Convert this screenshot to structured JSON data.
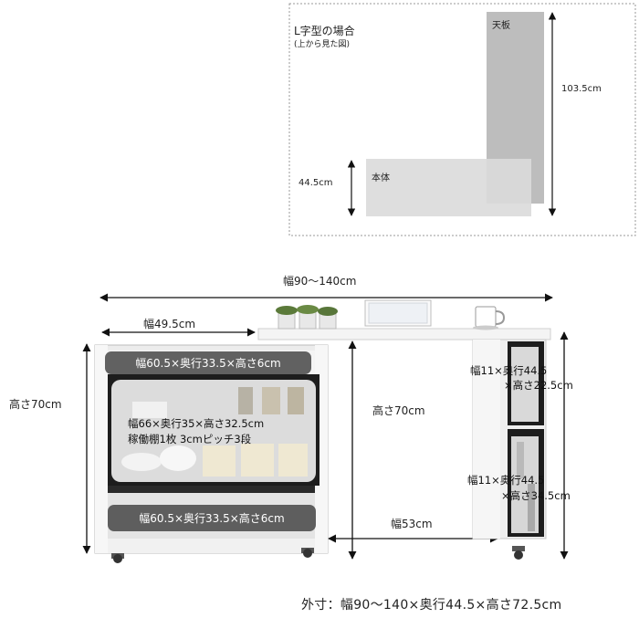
{
  "inset": {
    "title": "L字型の場合",
    "subtitle": "(上から見た図)",
    "top_board_label": "天板",
    "body_label": "本体",
    "dim_height": "103.5cm",
    "dim_depth": "44.5cm"
  },
  "dims": {
    "total_width": "幅90〜140cm",
    "left_width": "幅49.5cm",
    "left_height": "高さ70cm",
    "center_height": "高さ70cm",
    "bottom_width": "幅53cm"
  },
  "left_unit": {
    "top_shelf": "幅60.5×奥行33.5×高さ6cm",
    "middle_line1": "幅66×奥行35×高さ32.5cm",
    "middle_line2": "稼働棚1枚 3cmピッチ3段",
    "bottom_shelf": "幅60.5×奥行33.5×高さ6cm"
  },
  "side_rack": {
    "upper_line1": "幅11×奥行44.5",
    "upper_line2": "×高さ22.5cm",
    "lower_line1": "幅11×奥行44.5",
    "lower_line2": "×高さ34.5cm"
  },
  "outer_size": "外寸：幅90〜140×奥行44.5×高さ72.5cm"
}
